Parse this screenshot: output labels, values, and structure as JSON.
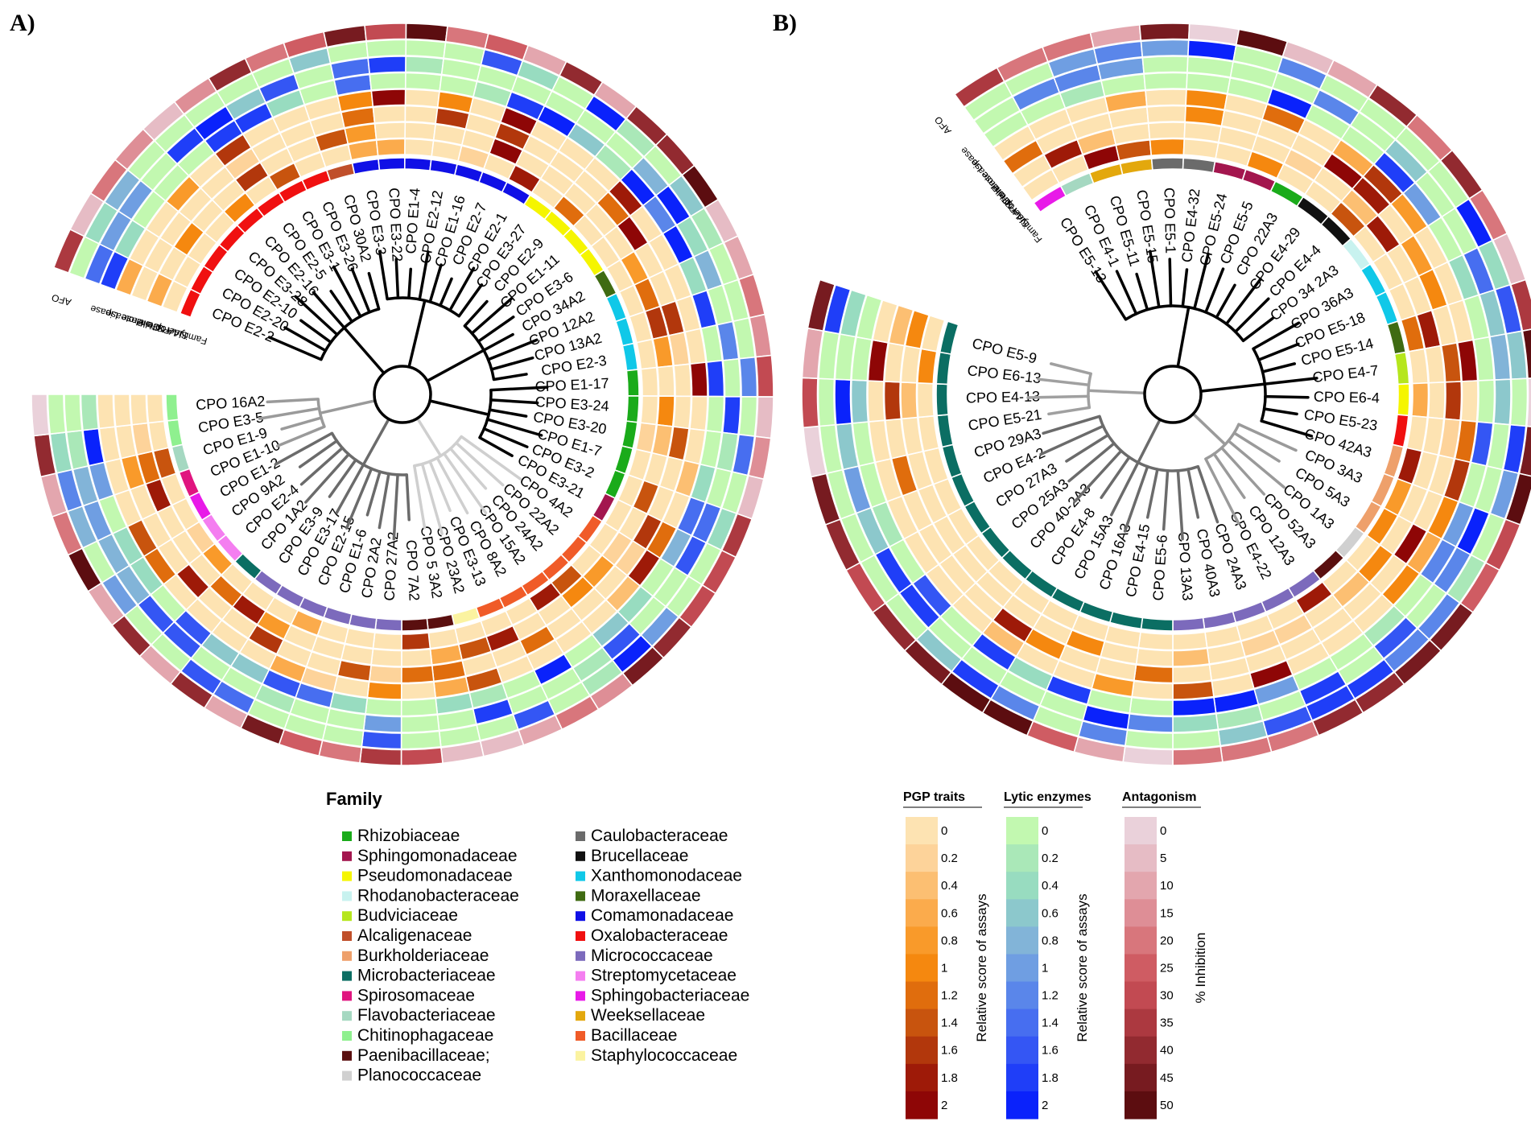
{
  "panels": [
    {
      "letter": "A)",
      "ring_labels": [
        "Family",
        "IAA",
        "PS",
        "NFb",
        "Siderophore",
        "Cellulase",
        "Protease",
        "Lipase",
        "AFO"
      ],
      "leaves": [
        "CPO E2-2",
        "CPO E2-20",
        "CPO E2-10",
        "CPO E3-28",
        "CPO E2-16",
        "CPO E2-5",
        "CPO E3-1",
        "CPO E3-26",
        "CPO 30A2",
        "CPO E3-3",
        "CPO E3-22",
        "CPO E1-4",
        "CPO E2-12",
        "CPO E1-16",
        "CPO E2-7",
        "CPO E2-1",
        "CPO E3-27",
        "CPO E2-9",
        "CPO E1-11",
        "CPO E3-6",
        "CPO 34A2",
        "CPO 12A2",
        "CPO 13A2",
        "CPO E2-3",
        "CPO E1-17",
        "CPO E3-24",
        "CPO E3-20",
        "CPO E1-7",
        "CPO E3-2",
        "CPO E3-21",
        "CPO 4A2",
        "CPO 22A2",
        "CPO 24A2",
        "CPO 15A2",
        "CPO 8A2",
        "CPO E3-13",
        "CPO 23A2",
        "CPO 5 3A2",
        "CPO 7A2",
        "CPO 27A2",
        "CPO 2A2",
        "CPO E1-6",
        "CPO E2-15",
        "CPO E3-17",
        "CPO E3-9",
        "CPO 1A2",
        "CPO E2-4",
        "CPO 9A2",
        "CPO E1-2",
        "CPO E1-10",
        "CPO E1-9",
        "CPO E3-5",
        "CPO 16A2"
      ]
    },
    {
      "letter": "B)",
      "ring_labels": [
        "Family",
        "IAA",
        "PS",
        "NFb",
        "Siderophore",
        "Cellulase",
        "Protease",
        "Lipase",
        "AFO"
      ],
      "leaves": [
        "CPO E5-13",
        "CPO E4-1",
        "CPO E5-11",
        "CPO E5-15",
        "CPO E5-1",
        "CPO E4-32",
        "CPO E5-24",
        "CPO E5-5",
        "CPO 22A3",
        "CPO E4-29",
        "CPO E4-4",
        "CPO 34 2A3",
        "CPO 36A3",
        "CPO E5-18",
        "CPO E5-14",
        "CPO E4-7",
        "CPO E6-4",
        "CPO E5-23",
        "CPO 42A3",
        "CPO 3A3",
        "CPO 5A3",
        "CPO 1A3",
        "CPO 52A3",
        "CPO 12A3",
        "CPO E4-22",
        "CPO 24A3",
        "CPO 40A3",
        "CPO 13A3",
        "CPO E5-6",
        "CPO E4-15",
        "CPO 16A3",
        "CPO 15A3",
        "CPO E4-8",
        "CPO 40-2A3",
        "CPO 25A3",
        "CPO 27A3",
        "CPO E4-2",
        "CPO 29A3",
        "CPO E5-21",
        "CPO E4-13",
        "CPO E6-13",
        "CPO E5-9"
      ]
    }
  ],
  "family_legend": {
    "title": "Family",
    "col1": [
      {
        "label": "Rhizobiaceae",
        "color": "#1aab1a"
      },
      {
        "label": "Sphingomonadaceae",
        "color": "#a3164e"
      },
      {
        "label": "Pseudomonadaceae",
        "color": "#f5f500"
      },
      {
        "label": " Rhodanobacteraceae",
        "color": "#c8f2ef"
      },
      {
        "label": "Budviciaceae",
        "color": "#b5e61d"
      },
      {
        "label": "Alcaligenaceae",
        "color": "#c04f2a"
      },
      {
        "label": "Burkholderiaceae",
        "color": "#eea06b"
      },
      {
        "label": "Microbacteriaceae",
        "color": "#0b6e63"
      },
      {
        "label": "Spirosomaceae",
        "color": "#e0157f"
      },
      {
        "label": " Flavobacteriaceae",
        "color": "#a5d8c1"
      },
      {
        "label": "Chitinophagaceae",
        "color": "#8ff08f"
      },
      {
        "label": " Paenibacillaceae;",
        "color": "#5a0f0f"
      },
      {
        "label": " Planococcaceae",
        "color": "#d0d0d0"
      }
    ],
    "col2": [
      {
        "label": "Caulobacteraceae",
        "color": "#6b6b6b"
      },
      {
        "label": "Brucellaceae",
        "color": "#111111"
      },
      {
        "label": "Xanthomonodaceae",
        "color": "#10c8e8"
      },
      {
        "label": " Moraxellaceae",
        "color": "#3f6b12"
      },
      {
        "label": "Comamonadaceae",
        "color": "#1010e6"
      },
      {
        "label": "Oxalobacteraceae",
        "color": "#f01010"
      },
      {
        "label": "Micrococcaceae",
        "color": "#7c6abc"
      },
      {
        "label": "Streptomycetaceae",
        "color": "#f47ef0"
      },
      {
        "label": "Sphingobacteriaceae",
        "color": "#e81ae8"
      },
      {
        "label": "Weeksellaceae",
        "color": "#e3a80d"
      },
      {
        "label": " Bacillaceae",
        "color": "#f05b28"
      },
      {
        "label": "Staphylococcaceae",
        "color": "#fbf3a0"
      }
    ]
  },
  "scales": [
    {
      "title": "PGP traits",
      "axis_label": "Relative score of assays",
      "ticks": [
        "0",
        "0.2",
        "0.4",
        "0.6",
        "0.8",
        "1",
        "1.2",
        "1.4",
        "1.6",
        "1.8",
        "2"
      ],
      "colors": [
        "#fde3b2",
        "#fdd39a",
        "#fcbf72",
        "#fbab4c",
        "#f99a2a",
        "#f5880f",
        "#e06d0d",
        "#c8540e",
        "#b2370c",
        "#9e1a08",
        "#8e0606"
      ]
    },
    {
      "title": "Lytic enzymes",
      "axis_label": "Relative score of assays",
      "ticks": [
        "0",
        "0.2",
        "0.4",
        "0.6",
        "0.8",
        "1",
        "1.2",
        "1.4",
        "1.6",
        "1.8",
        "2"
      ],
      "colors": [
        "#c2f8b0",
        "#aae8b8",
        "#98dcc0",
        "#8cc8cc",
        "#82b4d8",
        "#6f9ee2",
        "#5a86ea",
        "#476ef0",
        "#3456f4",
        "#1f3ef8",
        "#0a22fb"
      ]
    },
    {
      "title": "Antagonism",
      "axis_label": "% Inhibition",
      "ticks": [
        "0",
        "5",
        "10",
        "15",
        "20",
        "25",
        "30",
        "35",
        "40",
        "45",
        "50"
      ],
      "colors": [
        "#ead1da",
        "#e6bcc5",
        "#e3a6ae",
        "#de8e96",
        "#d8767c",
        "#cf5c63",
        "#c24a52",
        "#ac3940",
        "#922a30",
        "#771b20",
        "#5c0d10"
      ]
    }
  ]
}
